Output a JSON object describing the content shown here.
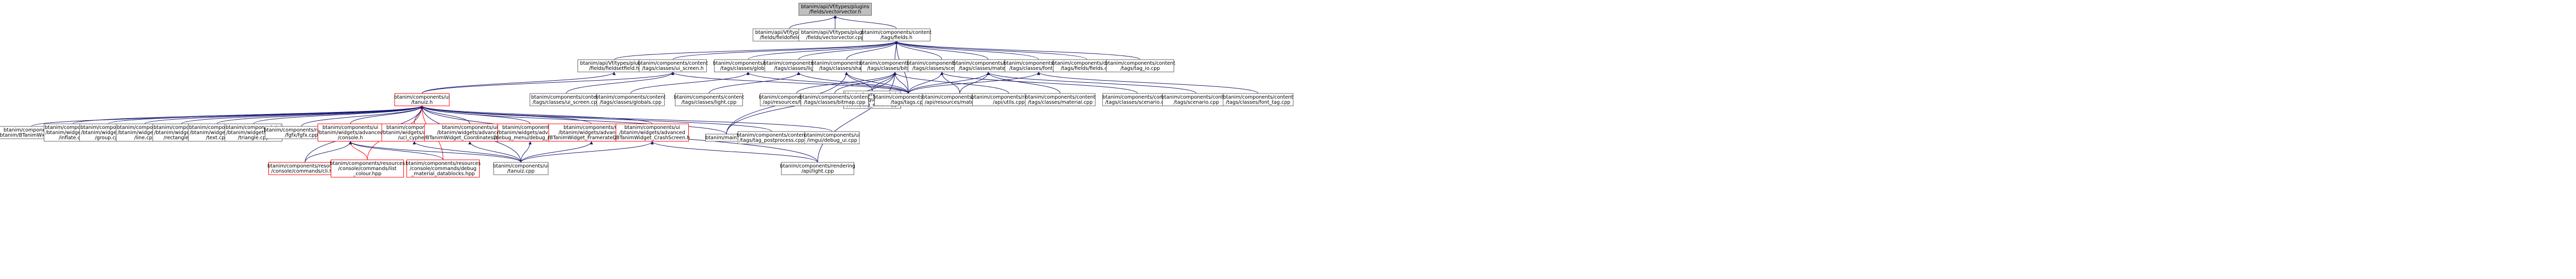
{
  "colors": {
    "node_border": "#666666",
    "node_border_red": "#ff0000",
    "node_fill": "#ffffff",
    "root_fill": "#bfbfbf",
    "edge": "#191970",
    "edge_red": "#ff0000",
    "text": "#000000"
  },
  "nodes": [
    {
      "id": "root",
      "lines": [
        "btanim/api/Vf/types/plugins",
        "/fields/vectorvector.h"
      ],
      "root": true
    },
    {
      "id": "fieldset_cpp",
      "lines": [
        "btanim/api/Vf/types/plugins",
        "/fields/fieldofieldset.cpp"
      ]
    },
    {
      "id": "vectorvector_cpp",
      "lines": [
        "btanim/api/Vf/types/plugins",
        "/fields/vectorvector.cpp"
      ]
    },
    {
      "id": "tags_fields_h",
      "lines": [
        "btanim/components/content",
        "/tags/fields.h"
      ]
    },
    {
      "id": "fieldsetfield_h",
      "lines": [
        "btanim/api/Vf/types/plugins",
        "/fields/fieldsetfield.h"
      ]
    },
    {
      "id": "ui_screen_h",
      "lines": [
        "btanim/components/content",
        "/tags/classes/ui_screen.h"
      ]
    },
    {
      "id": "globals_h",
      "lines": [
        "btanim/components/content",
        "/tags/classes/globals.h"
      ]
    },
    {
      "id": "light_h",
      "lines": [
        "btanim/components/content",
        "/tags/classes/light.h"
      ]
    },
    {
      "id": "shader_h",
      "lines": [
        "btanim/components/content",
        "/tags/classes/shader.h"
      ]
    },
    {
      "id": "bitmap_h",
      "lines": [
        "btanim/components/content",
        "/tags/classes/bitmap.h"
      ]
    },
    {
      "id": "scenario_h",
      "lines": [
        "btanim/components/content",
        "/tags/classes/scenario.h"
      ]
    },
    {
      "id": "material_h",
      "lines": [
        "btanim/components/content",
        "/tags/classes/material.h"
      ]
    },
    {
      "id": "font_tag_h",
      "lines": [
        "btanim/components/content",
        "/tags/classes/font_tag.h"
      ]
    },
    {
      "id": "fields_cpp",
      "lines": [
        "btanim/components/content",
        "/tags/fields/fields.cpp"
      ]
    },
    {
      "id": "tag_io_cpp",
      "lines": [
        "btanim/components/content",
        "/tags/tag_io.cpp"
      ]
    },
    {
      "id": "tanuiz_h",
      "lines": [
        "btanim/components/ui",
        "/tanuiz.h"
      ],
      "red": true
    },
    {
      "id": "ui_screen_cpp",
      "lines": [
        "btanim/components/content",
        "/tags/classes/ui_screen.cpp"
      ]
    },
    {
      "id": "globals_cpp",
      "lines": [
        "btanim/components/content",
        "/tags/classes/globals.cpp"
      ]
    },
    {
      "id": "light_cpp",
      "lines": [
        "btanim/components/content",
        "/tags/classes/light.cpp"
      ]
    },
    {
      "id": "imgui_windows_tag_editor",
      "lines": [
        "btanim/components/ui",
        "/imgui/imgui_windows",
        "/tools/tag_editor.hpp"
      ]
    },
    {
      "id": "rendering_textures",
      "lines": [
        "btanim/components/rendering",
        "/api/resources/textures.cpp"
      ]
    },
    {
      "id": "bitmap_cpp",
      "lines": [
        "btanim/components/content",
        "/tags/classes/bitmap.cpp"
      ]
    },
    {
      "id": "tags_cpp",
      "lines": [
        "btanim/components/content",
        "/tags/tags.cpp"
      ]
    },
    {
      "id": "rendering_materials",
      "lines": [
        "btanim/components/rendering",
        "/api/resources/materials.cpp"
      ]
    },
    {
      "id": "api_utils_cpp",
      "lines": [
        "btanim/components/rendering",
        "/api/utils.cpp"
      ]
    },
    {
      "id": "material_cpp",
      "lines": [
        "btanim/components/content",
        "/tags/classes/material.cpp"
      ]
    },
    {
      "id": "scenario_classes_cpp",
      "lines": [
        "btanim/components/content",
        "/tags/classes/scenario.cpp"
      ]
    },
    {
      "id": "scenario_cpp",
      "lines": [
        "btanim/components/content",
        "/tags/scenario.cpp"
      ]
    },
    {
      "id": "font_tag_cpp",
      "lines": [
        "btanim/components/content",
        "/tags/classes/font_tag.cpp"
      ]
    },
    {
      "id": "ui_bitanim",
      "lines": [
        "btanim/components/ui",
        "/btanim/BTanimWidget.cpp"
      ]
    },
    {
      "id": "widget_inflate",
      "lines": [
        "btanim/components/ui",
        "/btanim/widgets/basic",
        "/inflate.cpp"
      ]
    },
    {
      "id": "widget_group",
      "lines": [
        "btanim/components/ui",
        "/btanim/widgets/basic",
        "/group.cpp"
      ]
    },
    {
      "id": "widget_line",
      "lines": [
        "btanim/components/ui",
        "/btanim/widgets/basic",
        "/line.cpp"
      ]
    },
    {
      "id": "widget_rectangle",
      "lines": [
        "btanim/components/ui",
        "/btanim/widgets/basic",
        "/rectangle.cpp"
      ]
    },
    {
      "id": "widget_text",
      "lines": [
        "btanim/components/ui",
        "/btanim/widgets/basic",
        "/text.cpp"
      ]
    },
    {
      "id": "widget_triangle",
      "lines": [
        "btanim/components/ui",
        "/btanim/widgets/basic",
        "/triangle.cpp"
      ]
    },
    {
      "id": "rendering_fgfx",
      "lines": [
        "btanim/components/rendering",
        "/fgfx/fgfx.cpp"
      ]
    },
    {
      "id": "adv_console",
      "lines": [
        "btanim/components/ui",
        "/btanim/widgets/advanced",
        "/console.h"
      ],
      "red": true
    },
    {
      "id": "adv_ucl_cypher",
      "lines": [
        "btanim/components/ui",
        "/btanim/widgets/advanced",
        "/ucl_cypher.h"
      ],
      "red": true
    },
    {
      "id": "adv_coordinates",
      "lines": [
        "btanim/components/ui",
        "/btanim/widgets/advanced",
        "/BTanimWidget_CoordinatesDisplay.h"
      ],
      "red": true
    },
    {
      "id": "adv_debug_menu",
      "lines": [
        "btanim/components/ui",
        "/btanim/widgets/advanced",
        "/debug_menu/debug_menu.h"
      ],
      "red": true
    },
    {
      "id": "adv_framerate",
      "lines": [
        "btanim/components/ui",
        "/btanim/widgets/advanced",
        "/BTanimWidget_FramerateDisplay.h"
      ],
      "red": true
    },
    {
      "id": "adv_crashscreen",
      "lines": [
        "btanim/components/ui",
        "/btanim/widgets/advanced",
        "/BTanimWidget_CrashScreen.h"
      ],
      "red": true
    },
    {
      "id": "main_cpp",
      "lines": [
        "btanim/main.cpp"
      ]
    },
    {
      "id": "tag_postprocess",
      "lines": [
        "btanim/components/content",
        "/tags/tag_postprocess.cpp"
      ]
    },
    {
      "id": "imgui_debug",
      "lines": [
        "btanim/components/ui",
        "/imgui/debug_ui.cpp"
      ]
    },
    {
      "id": "console_cli",
      "lines": [
        "btanim/components/resources",
        "/console/commands/cli.hpp"
      ],
      "red": true
    },
    {
      "id": "console_list_colour",
      "lines": [
        "btanim/components/resources",
        "/console/commands/list",
        "_colour.hpp"
      ],
      "red": true
    },
    {
      "id": "console_datablocks",
      "lines": [
        "btanim/components/resources",
        "/console/commands/debug",
        "_material_datablocks.hpp"
      ],
      "red": true
    },
    {
      "id": "tanuiz_cpp",
      "lines": [
        "btanim/components/ui",
        "/tanuiz.cpp"
      ]
    },
    {
      "id": "rendering_light",
      "lines": [
        "btanim/components/rendering",
        "/api/light.cpp"
      ]
    }
  ]
}
